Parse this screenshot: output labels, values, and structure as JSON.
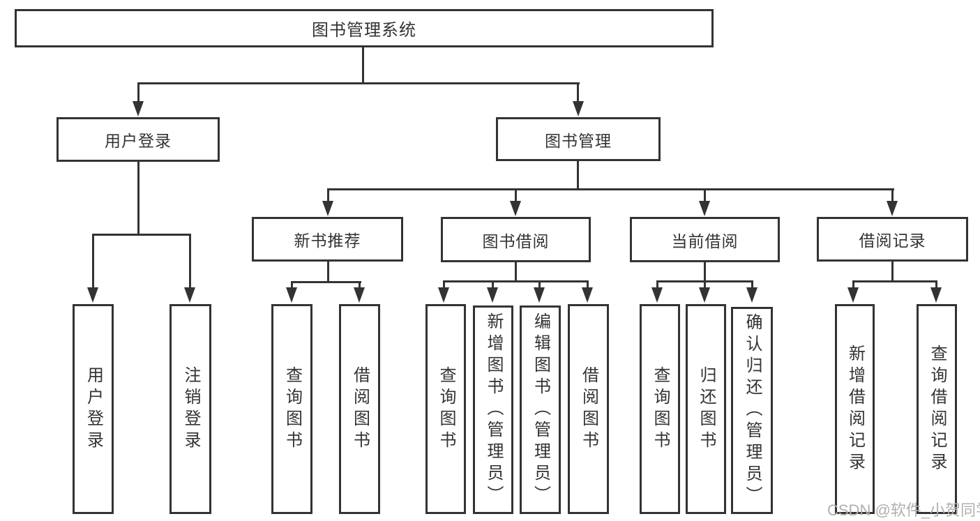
{
  "colors": {
    "line": "#333333",
    "text": "#333333",
    "watermark": "#b2afac",
    "background": "#ffffff"
  },
  "diagram": {
    "root": {
      "label": "图书管理系统"
    },
    "branches": {
      "user_login": {
        "label": "用户登录",
        "children": {
          "login": {
            "label": "用户登录"
          },
          "logout": {
            "label": "注销登录"
          }
        }
      },
      "book_mgmt": {
        "label": "图书管理",
        "children": {
          "new_book": {
            "label": "新书推荐",
            "children": {
              "query": {
                "label": "查询图书"
              },
              "borrow": {
                "label": "借阅图书"
              }
            }
          },
          "book_borrow": {
            "label": "图书借阅",
            "children": {
              "query": {
                "label": "查询图书"
              },
              "add": {
                "label": "新增图书（管理员）"
              },
              "edit": {
                "label": "编辑图书（管理员）"
              },
              "borrow": {
                "label": "借阅图书"
              }
            }
          },
          "current_borrow": {
            "label": "当前借阅",
            "children": {
              "query": {
                "label": "查询图书"
              },
              "return": {
                "label": "归还图书"
              },
              "confirm": {
                "label": "确认归还（管理员）"
              }
            }
          },
          "borrow_record": {
            "label": "借阅记录",
            "children": {
              "add": {
                "label": "新增借阅记录"
              },
              "query": {
                "label": "查询借阅记录"
              }
            }
          }
        }
      }
    }
  },
  "watermark": {
    "text": "CSDN @软件_小贺同学"
  }
}
